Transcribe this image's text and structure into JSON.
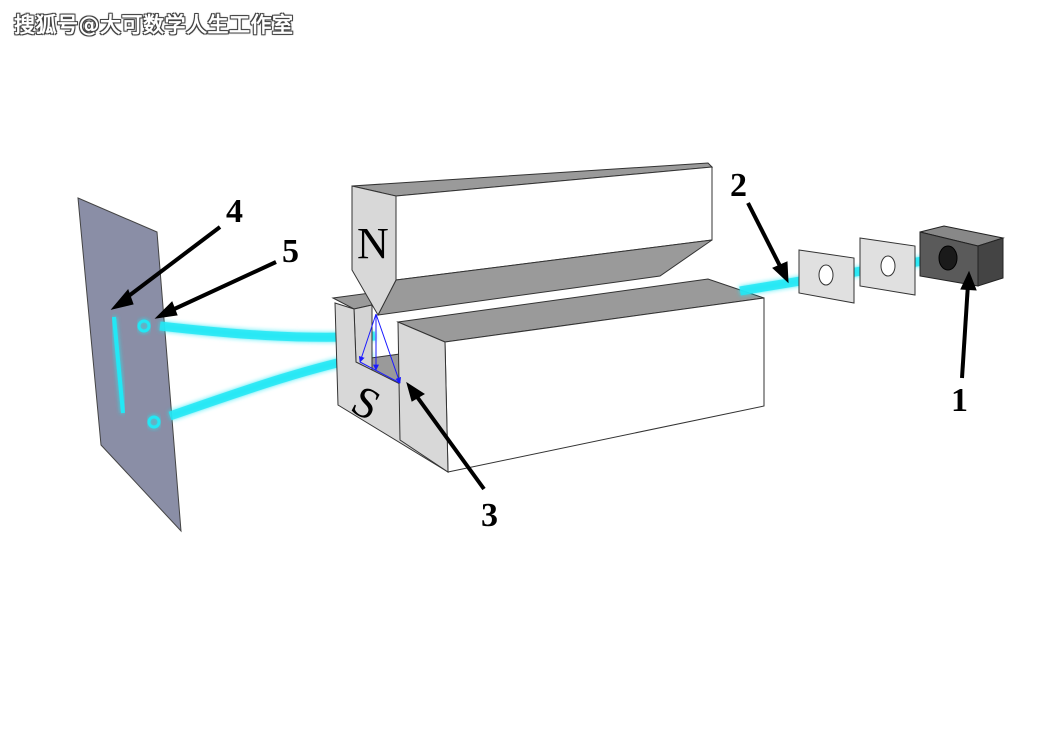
{
  "watermark": "搜狐号@大可数学人生工作室",
  "poles": {
    "north": "N",
    "south": "S"
  },
  "callouts": [
    "1",
    "2",
    "3",
    "4",
    "5"
  ],
  "colors": {
    "beam": "#00e5ff",
    "screen": "#8a8ea6",
    "magnet_face": "#ffffff",
    "magnet_top": "#999999",
    "magnet_side": "#d6d6d6",
    "source": "#555555",
    "deflection_arrows": "#1a1aff",
    "callout_arrows": "#000000"
  },
  "icons": [
    "electron-gun-icon",
    "slit-plate-icon",
    "magnet-icon",
    "detector-screen-icon"
  ]
}
